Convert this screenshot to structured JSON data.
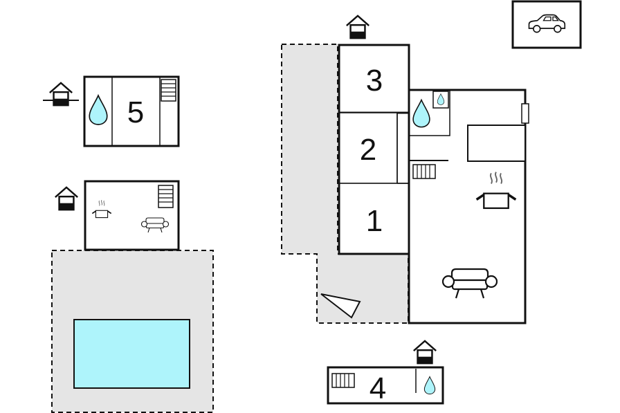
{
  "rooms": {
    "room_1": "1",
    "room_2": "2",
    "room_3": "3",
    "room_4": "4",
    "room_5": "5"
  },
  "icons": {
    "car": "car-icon",
    "house_entrance": "house-entrance-icon",
    "water_drop": "water-drop-icon",
    "stairs": "stairs-icon",
    "cooking_pot": "cooking-pot-icon",
    "sofa": "sofa-icon",
    "radiator": "radiator-icon",
    "window": "window-icon"
  },
  "colors": {
    "wall": "#111111",
    "terrace": "#e5e5e5",
    "pool": "#aef4fb",
    "water_drop": "#aef4fb"
  }
}
